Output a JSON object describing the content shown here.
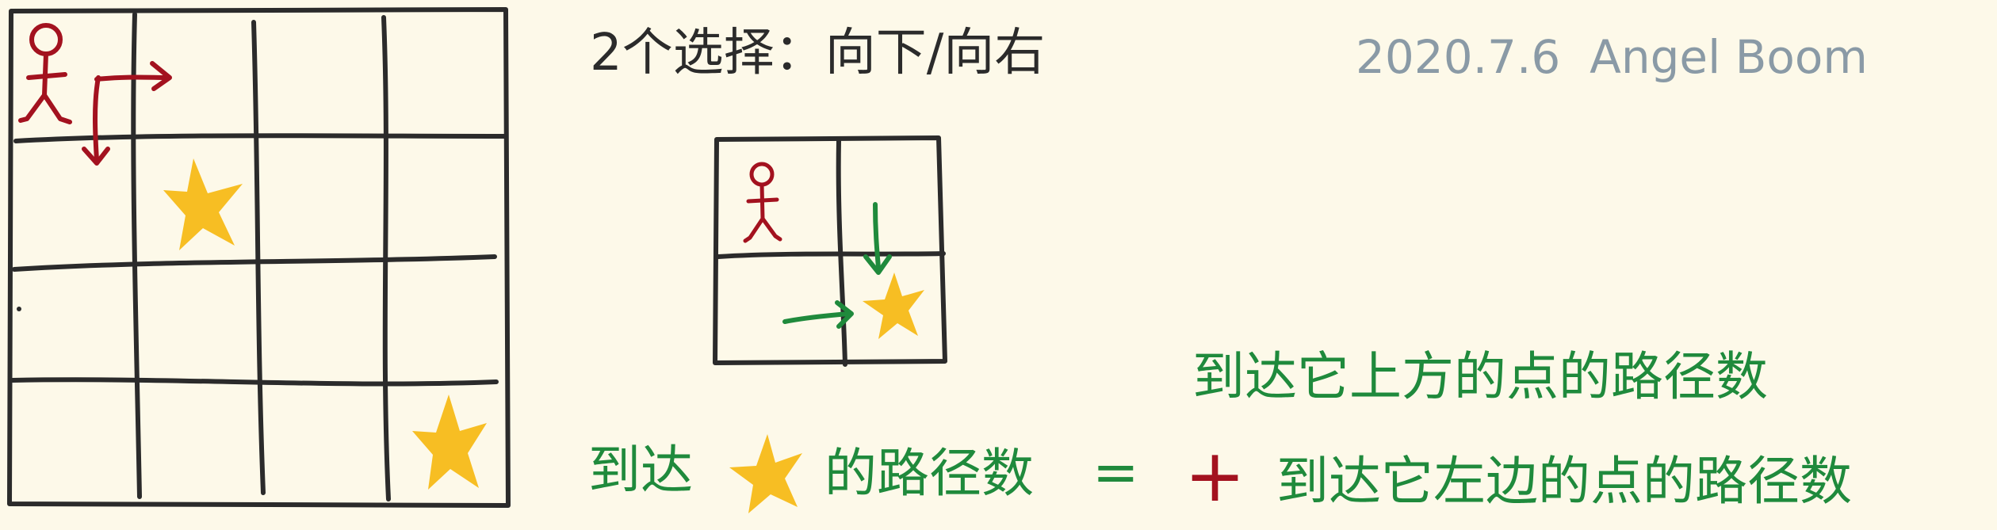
{
  "header": {
    "choices_text": "2个选择：向下/向右",
    "signature_text": "2020.7.6  Angel Boom"
  },
  "formula": {
    "lhs_prefix": "到达",
    "lhs_suffix": "的路径数",
    "equals": "=",
    "term_above": "到达它上方的点的路径数",
    "plus": "+",
    "term_left": "到达它左边的点的路径数"
  },
  "colors": {
    "background": "#fdf9e9",
    "ink": "#2b2b2b",
    "red": "#a3121f",
    "star": "#f7be23",
    "green": "#1f8a3c",
    "signature": "#8a9aa6"
  },
  "icons": {
    "person": "stick-figure-icon",
    "star": "star-icon",
    "arrow_right": "arrow-right-icon",
    "arrow_down": "arrow-down-icon"
  }
}
